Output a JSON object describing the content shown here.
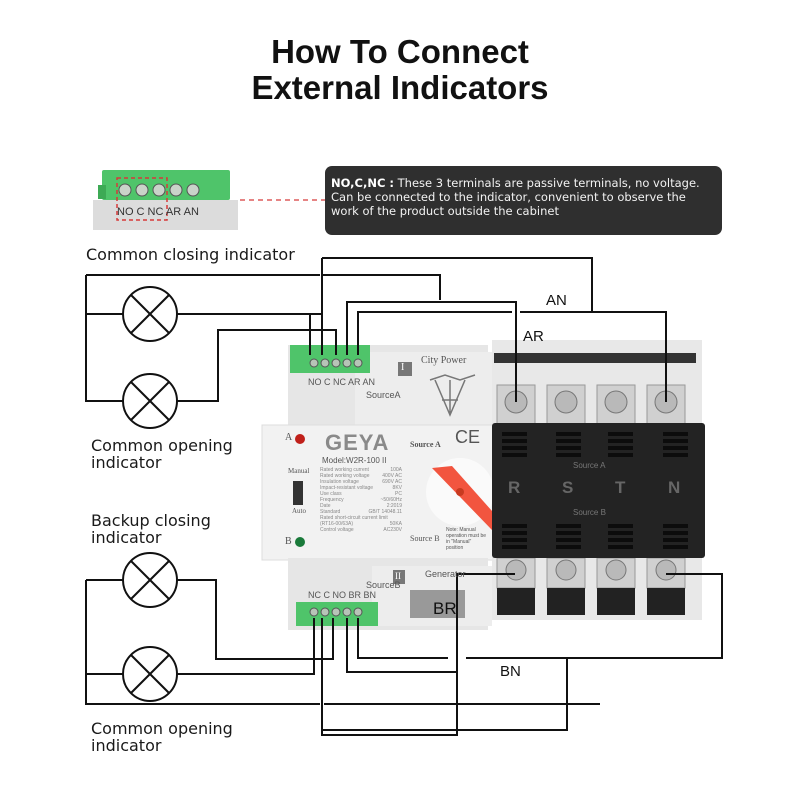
{
  "title": {
    "line1": "How To Connect",
    "line2": "External Indicators"
  },
  "note": {
    "heading": "NO,C,NC :",
    "text": " These 3 terminals are passive terminals, no voltage. Can be connected to the indicator, convenient to observe the work of the product outside the cabinet"
  },
  "inset": {
    "terminal_labels": "NO C NC AR AN"
  },
  "indicators": {
    "top_closing": "Common closing indicator",
    "top_opening": "Common opening indicator",
    "bottom_closing": "Backup closing indicator",
    "bottom_opening": "Common opening indicator"
  },
  "wire_labels": {
    "an": "AN",
    "ar": "AR",
    "br": "BR",
    "bn": "BN"
  },
  "device": {
    "brand": "GEYA",
    "model": "Model:W2R-100 II",
    "top_terminals": "NO C NC AR AN",
    "bottom_terminals": "NC C NO BR BN",
    "source_a_label": "SourceA",
    "source_b_label": "SourceB",
    "source_a_face": "Source A",
    "source_b_face": "Source B",
    "city_power": "City Power",
    "generator": "Generator",
    "roman_1": "I",
    "roman_2": "II",
    "led_a": "A",
    "led_b": "B",
    "manual": "Manual",
    "auto": "Auto",
    "ce": "CE",
    "note_small": "Note: Manual operation must be in \"Manual\" position",
    "specs": [
      {
        "k": "Rated working current",
        "v": "100A"
      },
      {
        "k": "Rated working voltage",
        "v": "400V AC"
      },
      {
        "k": "Insulation voltage",
        "v": "690V AC"
      },
      {
        "k": "Impact-resistant voltage",
        "v": "8KV"
      },
      {
        "k": "Use class",
        "v": "PC"
      },
      {
        "k": "Frequency",
        "v": "~50/60Hz"
      },
      {
        "k": "Date",
        "v": "2:2019"
      },
      {
        "k": "Standard",
        "v": "GB/T 14048.11"
      },
      {
        "k": "Rated short-circuit current limit",
        "v": ""
      },
      {
        "k": "(RT16-00/63A)",
        "v": "50KA"
      },
      {
        "k": "Control voltage",
        "v": "AC230V"
      }
    ],
    "phases": [
      "R",
      "S",
      "T",
      "N"
    ],
    "block_source_a": "Source A",
    "block_source_b": "Source B"
  },
  "colors": {
    "led_a": "#c0201a",
    "led_b": "#1a7a3a",
    "handle": "#f2553f",
    "terminal_green": "#4fc46a",
    "note_bg": "#2f2f2f"
  }
}
